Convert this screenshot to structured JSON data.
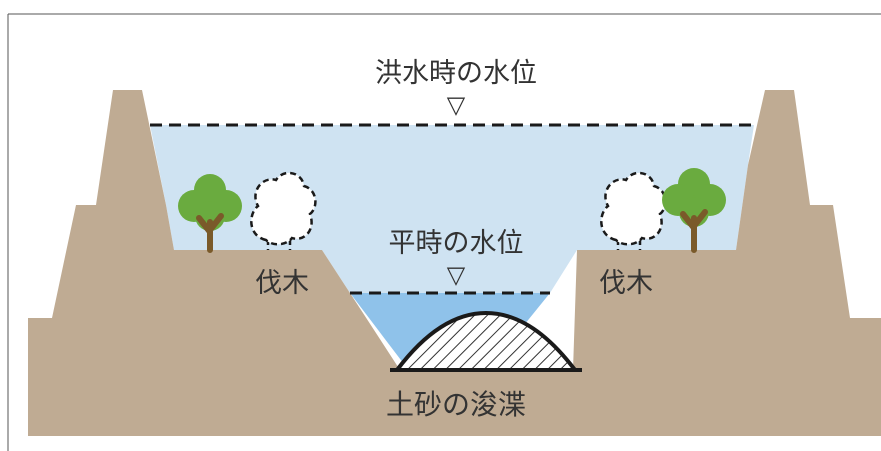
{
  "labels": {
    "flood_level": "洪水時の水位",
    "normal_level": "平時の水位",
    "felling_left": "伐木",
    "felling_right": "伐木",
    "dredging": "土砂の浚渫"
  },
  "symbols": {
    "level_marker": "▽"
  },
  "colors": {
    "soil": "#bfab93",
    "water_high": "#cfe3f2",
    "water_low": "#8fc2ea",
    "tree_leaf": "#6aab3f",
    "tree_trunk": "#7a5a2a",
    "outline": "#1a1a1a",
    "frame": "#555555"
  },
  "icons": [
    "tree-icon",
    "removed-tree-icon",
    "sediment-mound-icon"
  ]
}
